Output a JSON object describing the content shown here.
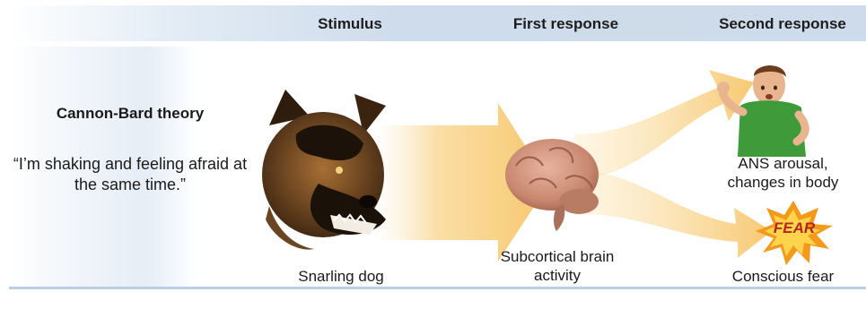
{
  "header": {
    "stimulus": "Stimulus",
    "first_response": "First response",
    "second_response": "Second response"
  },
  "theory": {
    "title": "Cannon-Bard theory",
    "quote": "“I’m shaking and feeling afraid at the same time.”"
  },
  "captions": {
    "stimulus": "Snarling dog",
    "first_response": "Subcortical brain activity",
    "ans": "ANS arousal, changes in body",
    "fear": "Conscious fear"
  },
  "burst_label": "FEAR",
  "colors": {
    "header": "#cddbea",
    "arrow": "#f7c76b",
    "rule": "#b9cde3",
    "fear_burst": "#f39a1c",
    "fear_text": "#b8251a"
  }
}
